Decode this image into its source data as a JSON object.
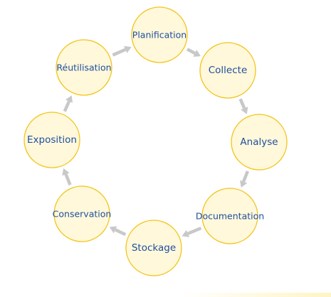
{
  "diagram": {
    "type": "cycle",
    "direction": "clockwise",
    "colors": {
      "node_fill": "#fff8da",
      "node_stroke": "#f2c419",
      "label": "#1f4fa0",
      "arrow": "#c8c8c8"
    },
    "nodes": [
      {
        "id": "planification",
        "label": "Planification"
      },
      {
        "id": "collecte",
        "label": "Collecte"
      },
      {
        "id": "analyse",
        "label": "Analyse"
      },
      {
        "id": "documentation",
        "label": "Documentation"
      },
      {
        "id": "stockage",
        "label": "Stockage"
      },
      {
        "id": "conservation",
        "label": "Conservation"
      },
      {
        "id": "exposition",
        "label": "Exposition"
      },
      {
        "id": "reutilisation",
        "label": "Réutilisation"
      }
    ],
    "edges": [
      {
        "from": "planification",
        "to": "collecte"
      },
      {
        "from": "collecte",
        "to": "analyse"
      },
      {
        "from": "analyse",
        "to": "documentation"
      },
      {
        "from": "documentation",
        "to": "stockage"
      },
      {
        "from": "stockage",
        "to": "conservation"
      },
      {
        "from": "conservation",
        "to": "exposition"
      },
      {
        "from": "exposition",
        "to": "reutilisation"
      },
      {
        "from": "reutilisation",
        "to": "planification"
      }
    ]
  }
}
